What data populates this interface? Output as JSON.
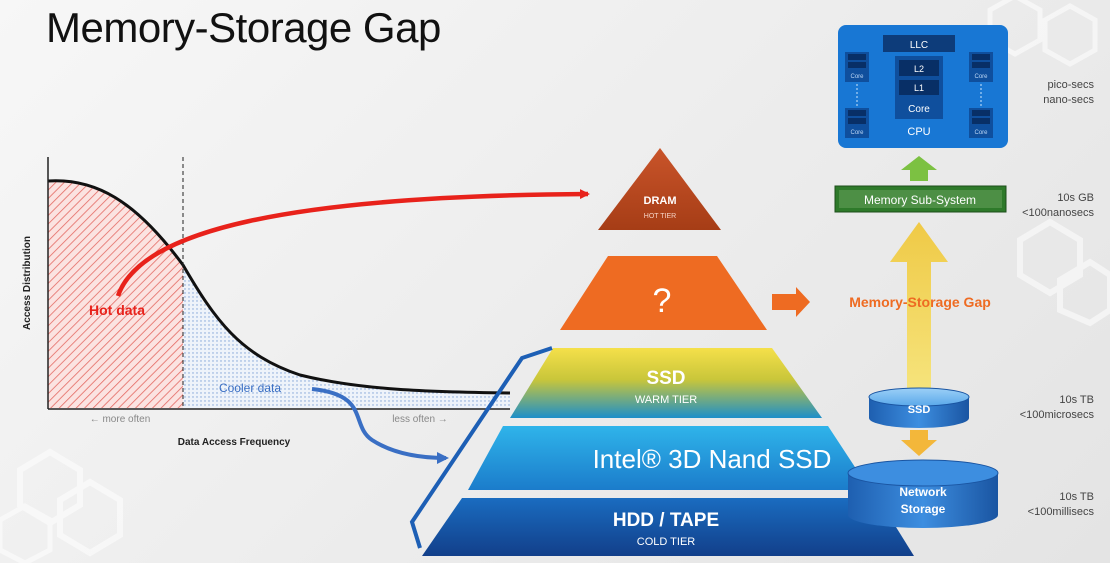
{
  "title": "Memory-Storage Gap",
  "chart": {
    "y_label": "Access Distribution",
    "x_label": "Data Access Frequency",
    "hot_label": "Hot data",
    "cool_label": "Cooler data",
    "more_often": "← more often",
    "less_often": "less often →"
  },
  "pyramid": {
    "dram_label": "DRAM",
    "dram_sub": "HOT TIER",
    "gap_symbol": "?",
    "ssd_label": "SSD",
    "ssd_sub": "WARM TIER",
    "nand_label": "Intel® 3D Nand SSD",
    "hdd_label": "HDD / TAPE",
    "hdd_sub": "COLD TIER"
  },
  "hierarchy": {
    "llc": "LLC",
    "l2": "L2",
    "l1": "L1",
    "core": "Core",
    "cpu": "CPU",
    "core_small": "Core",
    "memory_subsystem": "Memory Sub-System",
    "gap_label": "Memory-Storage Gap",
    "ssd": "SSD",
    "network_storage_1": "Network",
    "network_storage_2": "Storage"
  },
  "annotations": {
    "cpu_1": "pico-secs",
    "cpu_2": "nano-secs",
    "mem_1": "10s GB",
    "mem_2": "<100nanosecs",
    "ssd_1": "10s TB",
    "ssd_2": "<100microsecs",
    "net_1": "10s TB",
    "net_2": "<100millisecs"
  },
  "colors": {
    "hot": "#e8221b",
    "cool": "#3a6fc4",
    "dram": "#b5461c",
    "gap": "#ee6b22",
    "arrow_yellow": "#f3d04a",
    "arrow_green": "#7cc142",
    "cpu_blue": "#1877d4"
  }
}
